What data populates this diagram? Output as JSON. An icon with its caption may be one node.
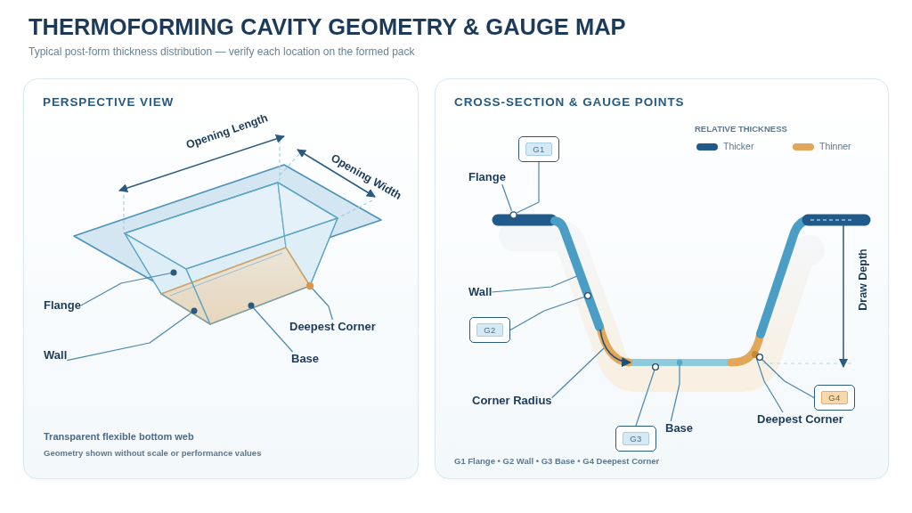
{
  "diagram": {
    "title": "THERMOFORMING CAVITY GEOMETRY & GAUGE MAP",
    "nodes": [
      {
        "text": [
          "PERSPECTIVE VIEW"
        ]
      },
      {
        "text": [
          "Flange"
        ],
        "in": 0
      },
      {
        "text": [
          "Wall"
        ],
        "in": 0
      },
      {
        "text": [
          "Deepest Corner"
        ],
        "in": 0
      },
      {
        "text": [
          "Base"
        ],
        "in": 0
      },
      {
        "text": [
          "CROSS-SECTION & GAUGE POINTS"
        ]
      },
      {
        "text": [
          "G1"
        ],
        "in": 5
      },
      {
        "text": [
          "Flange"
        ],
        "in": 5
      },
      {
        "text": [
          "Wall"
        ],
        "in": 5
      },
      {
        "text": [
          "G2"
        ],
        "in": 5
      },
      {
        "text": [
          "Corner Radius"
        ],
        "in": 5
      },
      {
        "text": [
          "G3"
        ],
        "in": 5
      },
      {
        "text": [
          "Base"
        ],
        "in": 5
      },
      {
        "text": [
          "Deepest Corner"
        ],
        "in": 5
      },
      {
        "text": [
          "G4"
        ],
        "in": 5
      },
      {
        "text": [],
        "shape": "circle",
        "in": 5
      }
    ],
    "edges": [
      {
        "from": 1,
        "to": null,
        "arrow": "other"
      },
      {
        "from": 2,
        "to": null,
        "arrow": "other"
      },
      {
        "from": 3,
        "to": null,
        "arrow": "other"
      },
      {
        "from": 4,
        "to": null,
        "arrow": "other"
      },
      {
        "from": 6,
        "to": 15,
        "arrow": "none"
      },
      {
        "from": 7,
        "to": 15,
        "arrow": "none"
      },
      {
        "from": 8,
        "to": null,
        "arrow": "none"
      },
      {
        "from": 9,
        "to": null,
        "arrow": "other"
      },
      {
        "from": 10,
        "to": null,
        "arrow": "none"
      },
      {
        "from": 11,
        "to": null,
        "arrow": "other"
      },
      {
        "from": 12,
        "to": null,
        "arrow": "other"
      },
      {
        "from": 13,
        "to": null,
        "arrow": "none"
      },
      {
        "from": 14,
        "to": null,
        "arrow": "other"
      }
    ],
    "labels": [
      "Typical post-form thickness distribution — verify each location on the formed pack",
      "Opening Length",
      "Opening Width",
      "Transparent flexible bottom web",
      "Geometry shown without scale or performance values",
      "RELATIVE THICKNESS",
      "Draw Depth",
      "G1 Flange • G2 Wall • G3 Base • G4 Deepest Corner"
    ],
    "legend": [
      {
        "text": "Thicker",
        "color": "#1f5a8a"
      },
      {
        "text": "Thinner",
        "color": "#e3a75a"
      }
    ]
  }
}
